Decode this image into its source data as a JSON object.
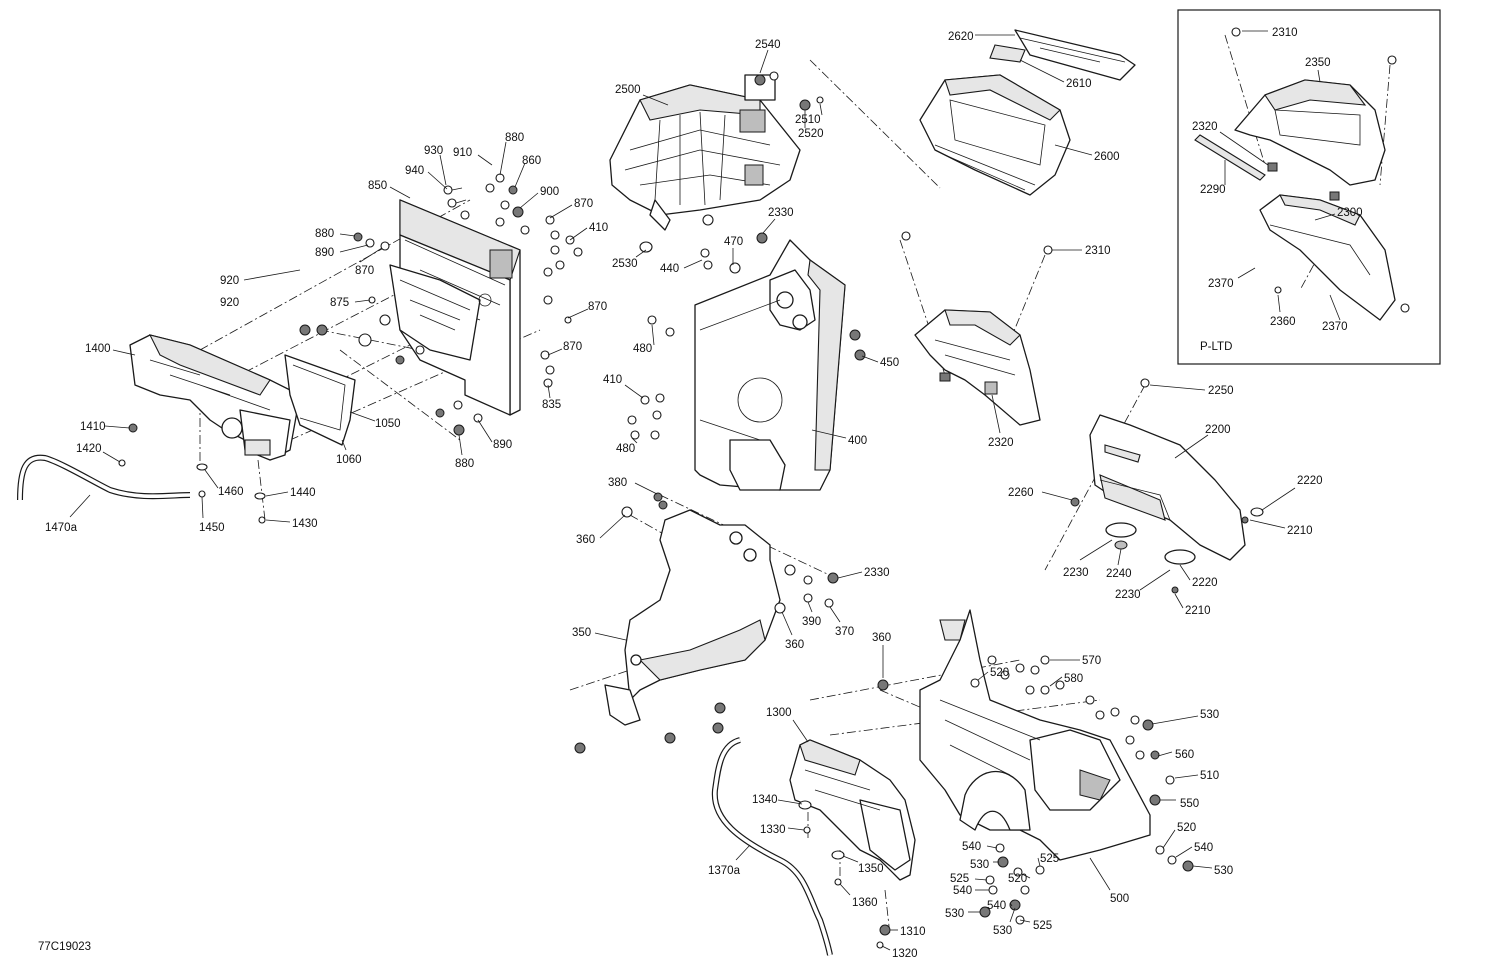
{
  "drawing_number": "77C19023",
  "inset_box_label": "P-LTD",
  "callouts": [
    "920",
    "920",
    "930",
    "940",
    "850",
    "910",
    "880",
    "860",
    "900",
    "870",
    "410",
    "880",
    "890",
    "870",
    "875",
    "870",
    "870",
    "835",
    "890",
    "880",
    "1400",
    "1410",
    "1420",
    "1470a",
    "1460",
    "1450",
    "1440",
    "1430",
    "1050",
    "1060",
    "2540",
    "2500",
    "2510",
    "2520",
    "2530",
    "440",
    "470",
    "2330",
    "480",
    "410",
    "480",
    "450",
    "400",
    "2620",
    "2610",
    "2600",
    "2310",
    "2320",
    "2310",
    "2350",
    "2320",
    "2290",
    "2300",
    "2370",
    "2360",
    "2370",
    "2250",
    "2200",
    "2220",
    "2260",
    "2210",
    "2230",
    "2240",
    "2220",
    "2230",
    "2210",
    "380",
    "360",
    "2330",
    "390",
    "370",
    "360",
    "350",
    "360",
    "1300",
    "570",
    "520",
    "580",
    "530",
    "560",
    "510",
    "550",
    "520",
    "540",
    "530",
    "500",
    "1340",
    "1330",
    "1370a",
    "1350",
    "1360",
    "1310",
    "1320",
    "540",
    "530",
    "525",
    "525",
    "540",
    "520",
    "530",
    "540",
    "530",
    "525"
  ]
}
